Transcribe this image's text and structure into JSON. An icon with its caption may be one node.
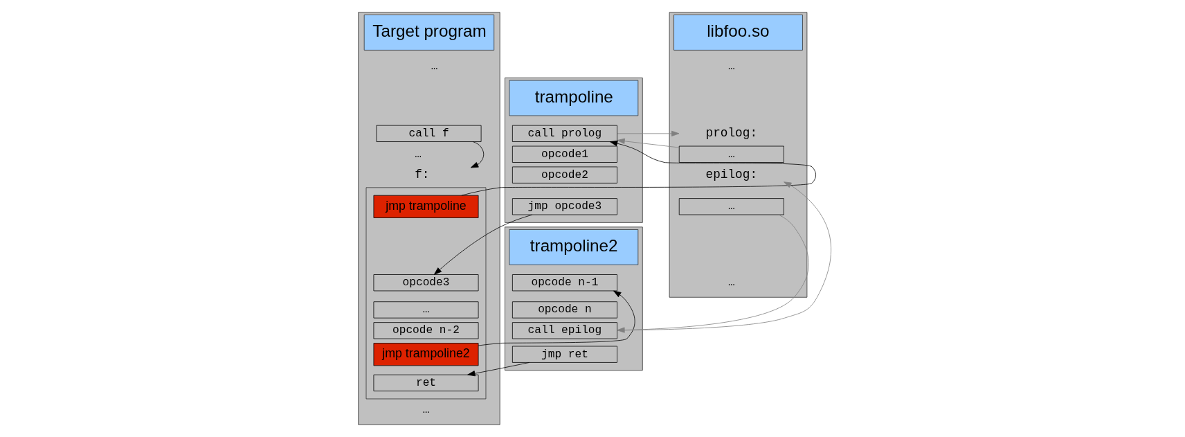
{
  "diagram": {
    "nodes": [
      {
        "text": [
          "Target program"
        ]
      },
      {
        "text": [
          "call f"
        ],
        "in": 0
      },
      {
        "text": [
          "f:"
        ],
        "in": 0
      },
      {
        "text": [],
        "shape": "box",
        "in": 0
      },
      {
        "text": [
          "jmp trampoline"
        ],
        "in": 3
      },
      {
        "text": [
          "opcode3"
        ],
        "in": 3
      },
      {
        "text": [
          "…"
        ],
        "in": 3
      },
      {
        "text": [
          "opcode n-2"
        ],
        "in": 3
      },
      {
        "text": [
          "jmp trampoline2"
        ],
        "in": 3
      },
      {
        "text": [
          "ret"
        ],
        "in": 3
      },
      {
        "text": [
          "trampoline"
        ]
      },
      {
        "text": [
          "call prolog"
        ],
        "in": 10
      },
      {
        "text": [
          "opcode1"
        ],
        "in": 10
      },
      {
        "text": [
          "opcode2"
        ],
        "in": 10
      },
      {
        "text": [
          "jmp opcode3"
        ],
        "in": 10
      },
      {
        "text": [
          "trampoline2"
        ]
      },
      {
        "text": [
          "opcode n-1"
        ],
        "in": 15
      },
      {
        "text": [
          "opcode n"
        ],
        "in": 15
      },
      {
        "text": [
          "call epilog"
        ],
        "in": 15
      },
      {
        "text": [
          "jmp ret"
        ],
        "in": 15
      },
      {
        "text": [
          "libfoo.so"
        ]
      },
      {
        "text": [
          "prolog:"
        ],
        "in": 20
      },
      {
        "text": [
          "…"
        ],
        "in": 20
      },
      {
        "text": [
          "epilog:"
        ],
        "in": 20
      },
      {
        "text": [
          "…"
        ],
        "in": 20
      }
    ],
    "edges": [
      {
        "from": 1,
        "to": 2,
        "arrow": "to"
      },
      {
        "from": 4,
        "to": 11,
        "arrow": "to"
      },
      {
        "from": 14,
        "to": 5,
        "arrow": "to"
      },
      {
        "from": 8,
        "to": 16,
        "arrow": "to"
      },
      {
        "from": 19,
        "to": 9,
        "arrow": "to"
      },
      {
        "from": 11,
        "to": 21,
        "arrow": "to",
        "color": "#808080"
      },
      {
        "from": 22,
        "to": 11,
        "arrow": "to",
        "color": "#808080"
      },
      {
        "from": 18,
        "to": 23,
        "arrow": "to",
        "color": "#808080"
      },
      {
        "from": 24,
        "to": 18,
        "arrow": "to",
        "color": "#808080"
      }
    ],
    "labels": [
      "…",
      "…",
      "…",
      "…",
      "…"
    ]
  }
}
